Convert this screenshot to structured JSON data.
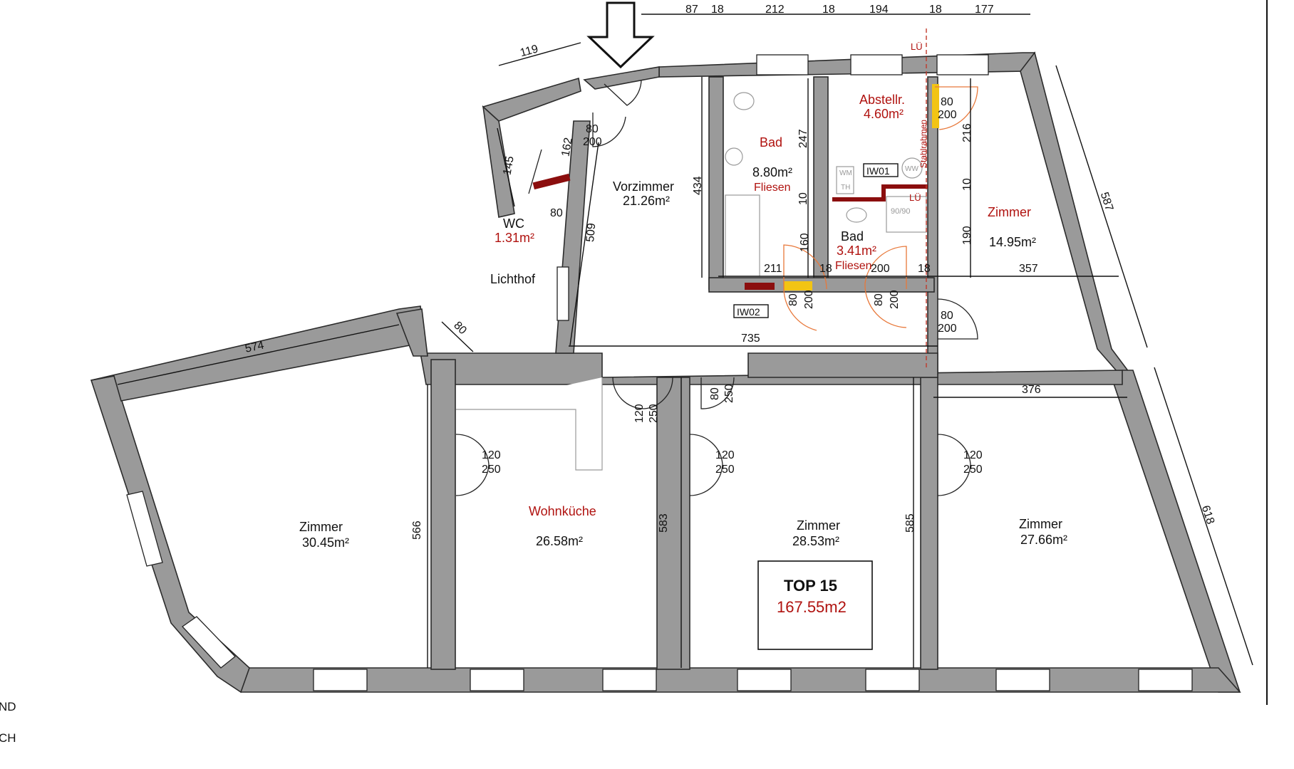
{
  "rooms": {
    "vorzimmer": {
      "name": "Vorzimmer",
      "area": "21.26m²"
    },
    "bad1": {
      "name": "Bad",
      "area": "8.80m²",
      "finish": "Fliesen"
    },
    "abstellr": {
      "name": "Abstellr.",
      "area": "4.60m²"
    },
    "bad2": {
      "name": "Bad",
      "area": "3.41m²",
      "finish": "Fliesen"
    },
    "zimmer_ne": {
      "name": "Zimmer",
      "area": "14.95m²"
    },
    "wc": {
      "name": "WC",
      "area": "1.31m²"
    },
    "lichthof": {
      "name": "Lichthof"
    },
    "zimmer_w": {
      "name": "Zimmer",
      "area": "30.45m²"
    },
    "wohnkueche": {
      "name": "Wohnküche",
      "area": "26.58m²"
    },
    "zimmer_c": {
      "name": "Zimmer",
      "area": "28.53m²"
    },
    "zimmer_e": {
      "name": "Zimmer",
      "area": "27.66m²"
    }
  },
  "top_box": {
    "title": "TOP 15",
    "area": "167.55m2"
  },
  "dimensions": {
    "top_87": "87",
    "top_18a": "18",
    "top_212": "212",
    "top_18b": "18",
    "top_194": "194",
    "top_18c": "18",
    "top_177": "177",
    "d119": "119",
    "d145": "145",
    "d162": "162",
    "d509": "509",
    "d434": "434",
    "d247": "247",
    "d10a": "10",
    "d160": "160",
    "d211": "211",
    "d18a": "18",
    "d200": "200",
    "d18b": "18",
    "d357": "357",
    "d216": "216",
    "d10b": "10",
    "d190": "190",
    "d587": "587",
    "d735": "735",
    "d574": "574",
    "d80": "80",
    "d566": "566",
    "d583": "583",
    "d585": "585",
    "d376": "376",
    "d618": "618"
  },
  "doors": {
    "d80_200": [
      "80",
      "200"
    ],
    "d120_250": [
      "120",
      "250"
    ],
    "d80_250": [
      "80",
      "250"
    ],
    "wc80": "80"
  },
  "tags": {
    "iw01": "IW01",
    "iw02": "IW02",
    "lue1": "LÜ",
    "lue2": "LÜ",
    "stahlrahmen": "Stahlrahmen",
    "wm": "WM",
    "th": "TH",
    "ww": "WW",
    "shower": "90/90"
  },
  "margin_text": {
    "line1": "ND",
    "line2": "CH"
  }
}
